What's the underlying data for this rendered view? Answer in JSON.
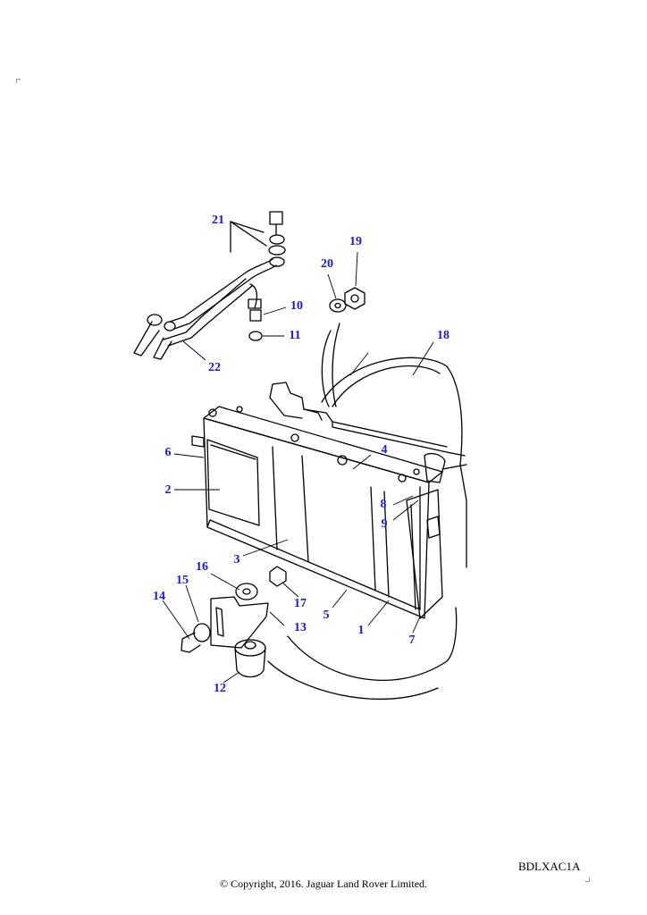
{
  "diagram": {
    "reference_code": "BDLXAC1A",
    "copyright": "© Copyright, 2016. Jaguar Land Rover Limited.",
    "callouts": [
      "1",
      "2",
      "3",
      "4",
      "5",
      "6",
      "7",
      "8",
      "9",
      "10",
      "11",
      "12",
      "13",
      "14",
      "15",
      "16",
      "17",
      "18",
      "19",
      "20",
      "21",
      "22"
    ],
    "colors": {
      "callout": "#1a1acc",
      "line": "#000000"
    }
  }
}
